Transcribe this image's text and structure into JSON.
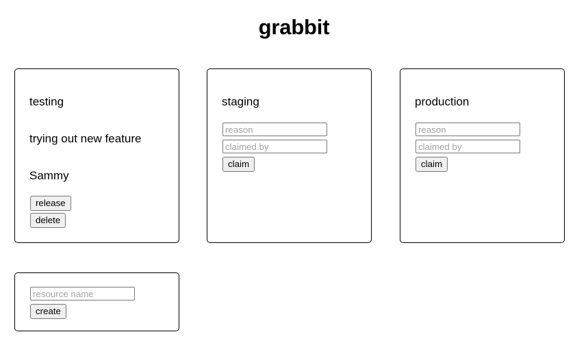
{
  "app": {
    "title": "grabbit"
  },
  "resources": [
    {
      "name": "testing",
      "claimed": true,
      "reason": "trying out new feature",
      "claimed_by": "Sammy",
      "release_label": "release",
      "delete_label": "delete"
    },
    {
      "name": "staging",
      "claimed": false,
      "reason_placeholder": "reason",
      "claimed_by_placeholder": "claimed by",
      "reason_value": "",
      "claimed_by_value": "",
      "claim_label": "claim"
    },
    {
      "name": "production",
      "claimed": false,
      "reason_placeholder": "reason",
      "claimed_by_placeholder": "claimed by",
      "reason_value": "",
      "claimed_by_value": "",
      "claim_label": "claim"
    }
  ],
  "create_card": {
    "resource_name_placeholder": "resource name",
    "resource_name_value": "",
    "create_label": "create"
  },
  "colors": {
    "background": "#ffffff",
    "text": "#000000",
    "card_border": "#000000",
    "control_border": "#767676",
    "button_face": "#efefef",
    "placeholder": "#a0a0a0"
  }
}
